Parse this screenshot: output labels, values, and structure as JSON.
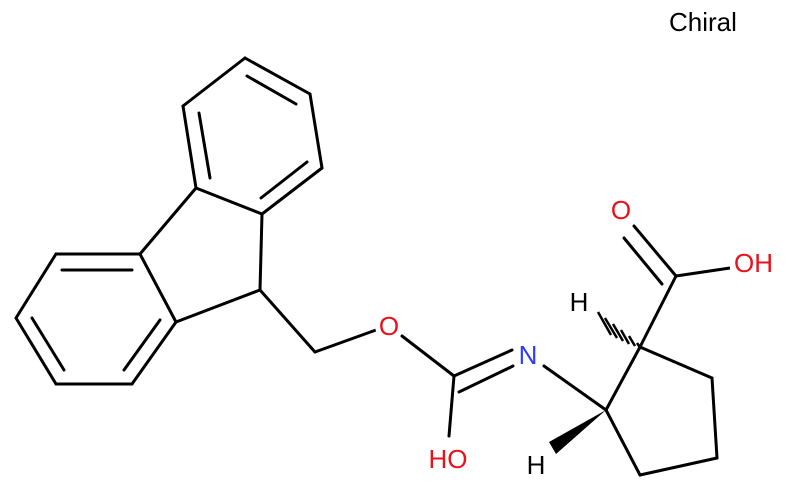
{
  "annotation": {
    "chiral": "Chiral"
  },
  "colors": {
    "bond": "#000000",
    "oxygen": "#e8111c",
    "nitrogen": "#2b3bff",
    "hydrogen": "#000000",
    "background": "#ffffff"
  },
  "atoms": {
    "O_carbonyl_acid": {
      "element": "O",
      "label": "O"
    },
    "OH_acid": {
      "element": "O",
      "label": "OH"
    },
    "H_alpha": {
      "element": "H",
      "label": "H"
    },
    "H_beta": {
      "element": "H",
      "label": "H"
    },
    "N_amide": {
      "element": "N",
      "label": "N"
    },
    "O_ether": {
      "element": "O",
      "label": "O"
    },
    "OH_carbamate": {
      "element": "O",
      "label": "HO"
    }
  }
}
